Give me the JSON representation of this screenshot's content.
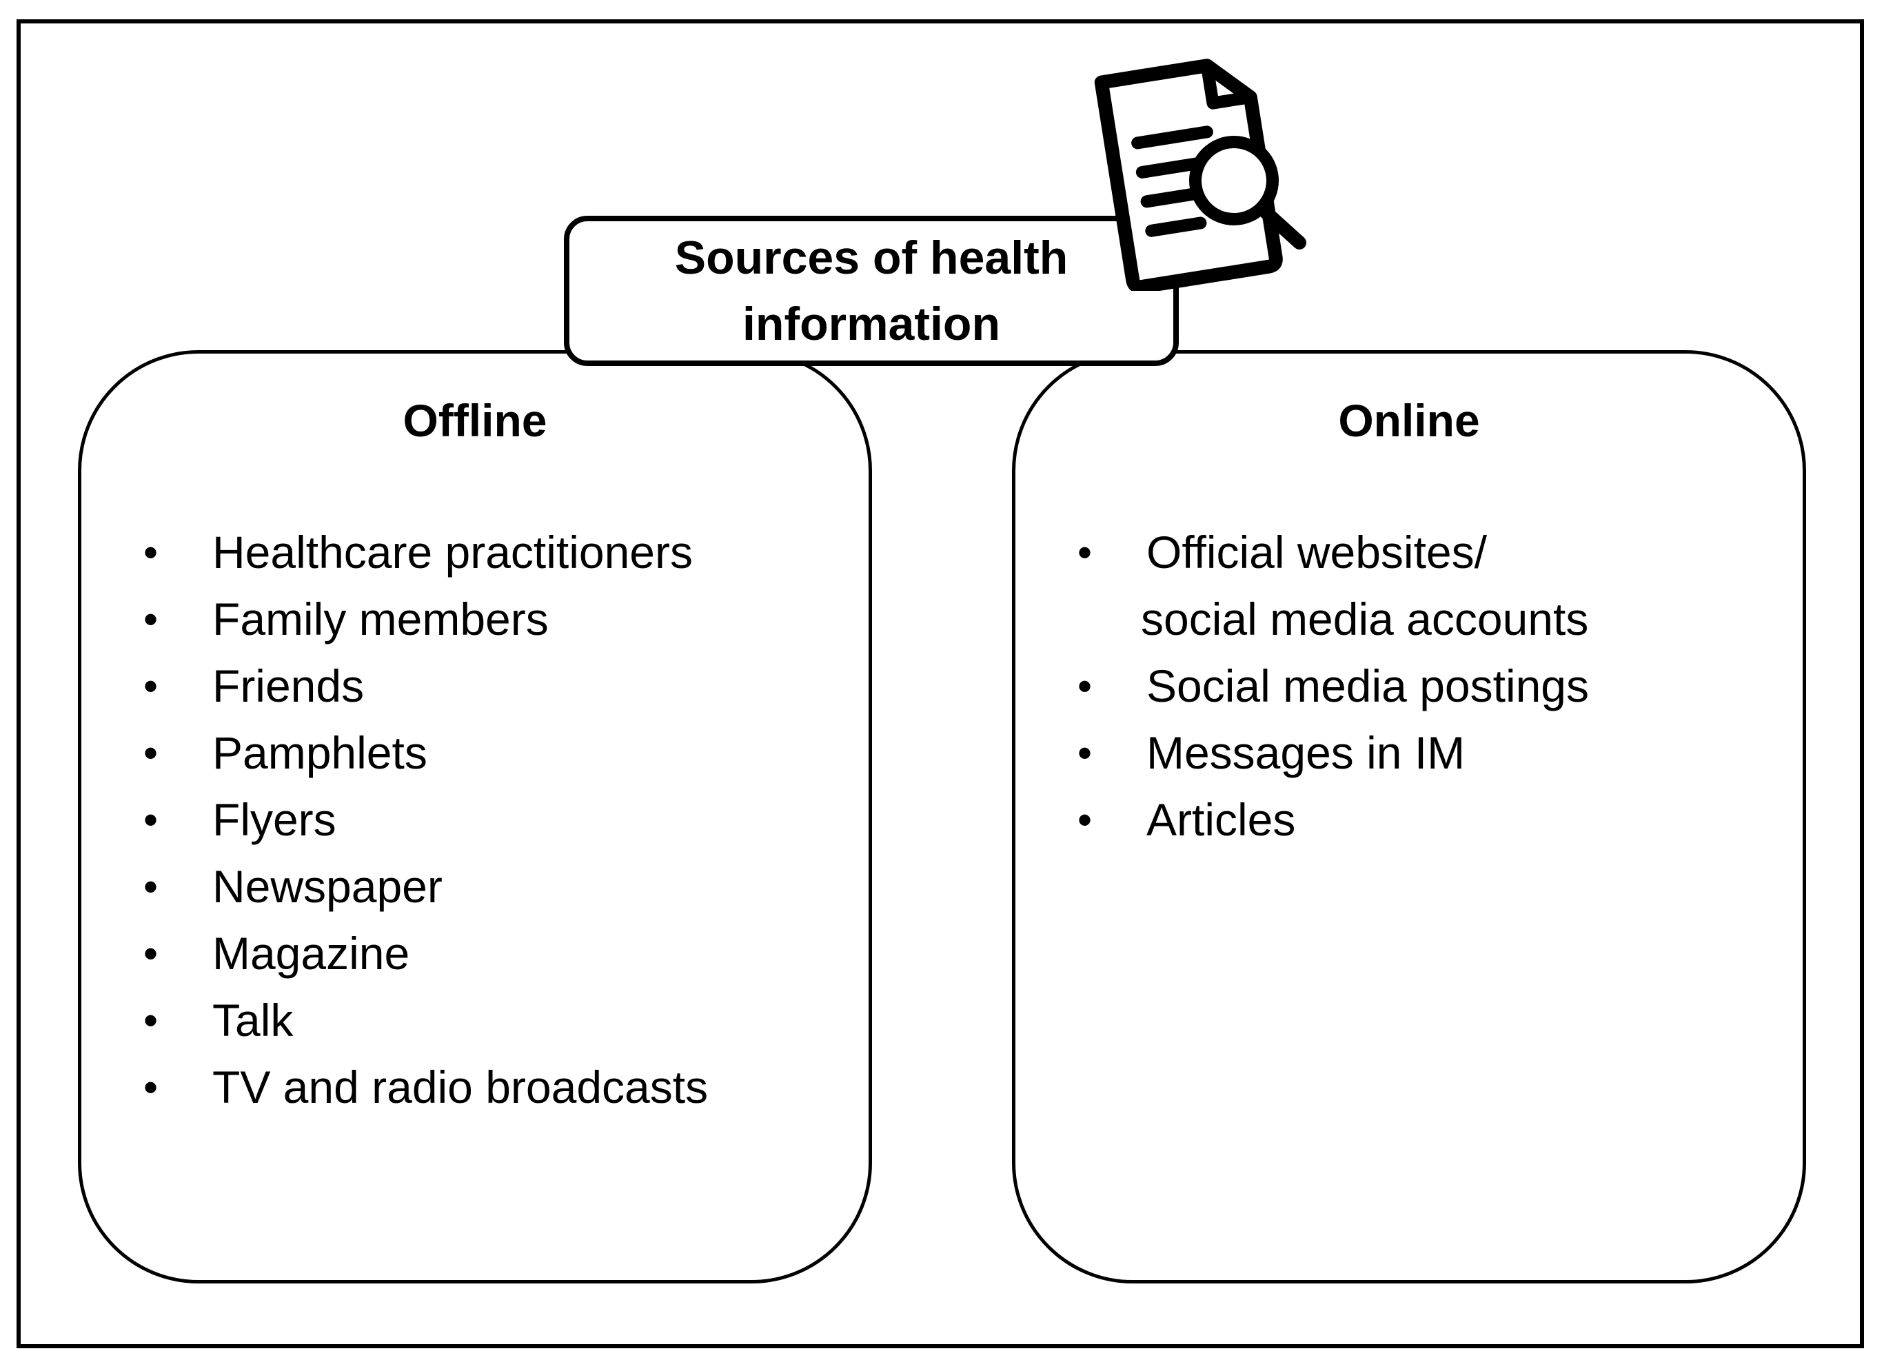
{
  "title": "Sources of health information",
  "icon": "document-search-icon",
  "offline": {
    "heading": "Offline",
    "items": [
      "Healthcare practitioners",
      "Family members",
      "Friends",
      "Pamphlets",
      "Flyers",
      "Newspaper",
      "Magazine",
      "Talk",
      "TV and radio broadcasts"
    ]
  },
  "online": {
    "heading": "Online",
    "items": [
      {
        "line1": "Official websites/",
        "line2": "social media accounts"
      },
      {
        "line1": "Social media postings"
      },
      {
        "line1": "Messages in IM"
      },
      {
        "line1": "Articles"
      }
    ]
  },
  "bullet": "•"
}
